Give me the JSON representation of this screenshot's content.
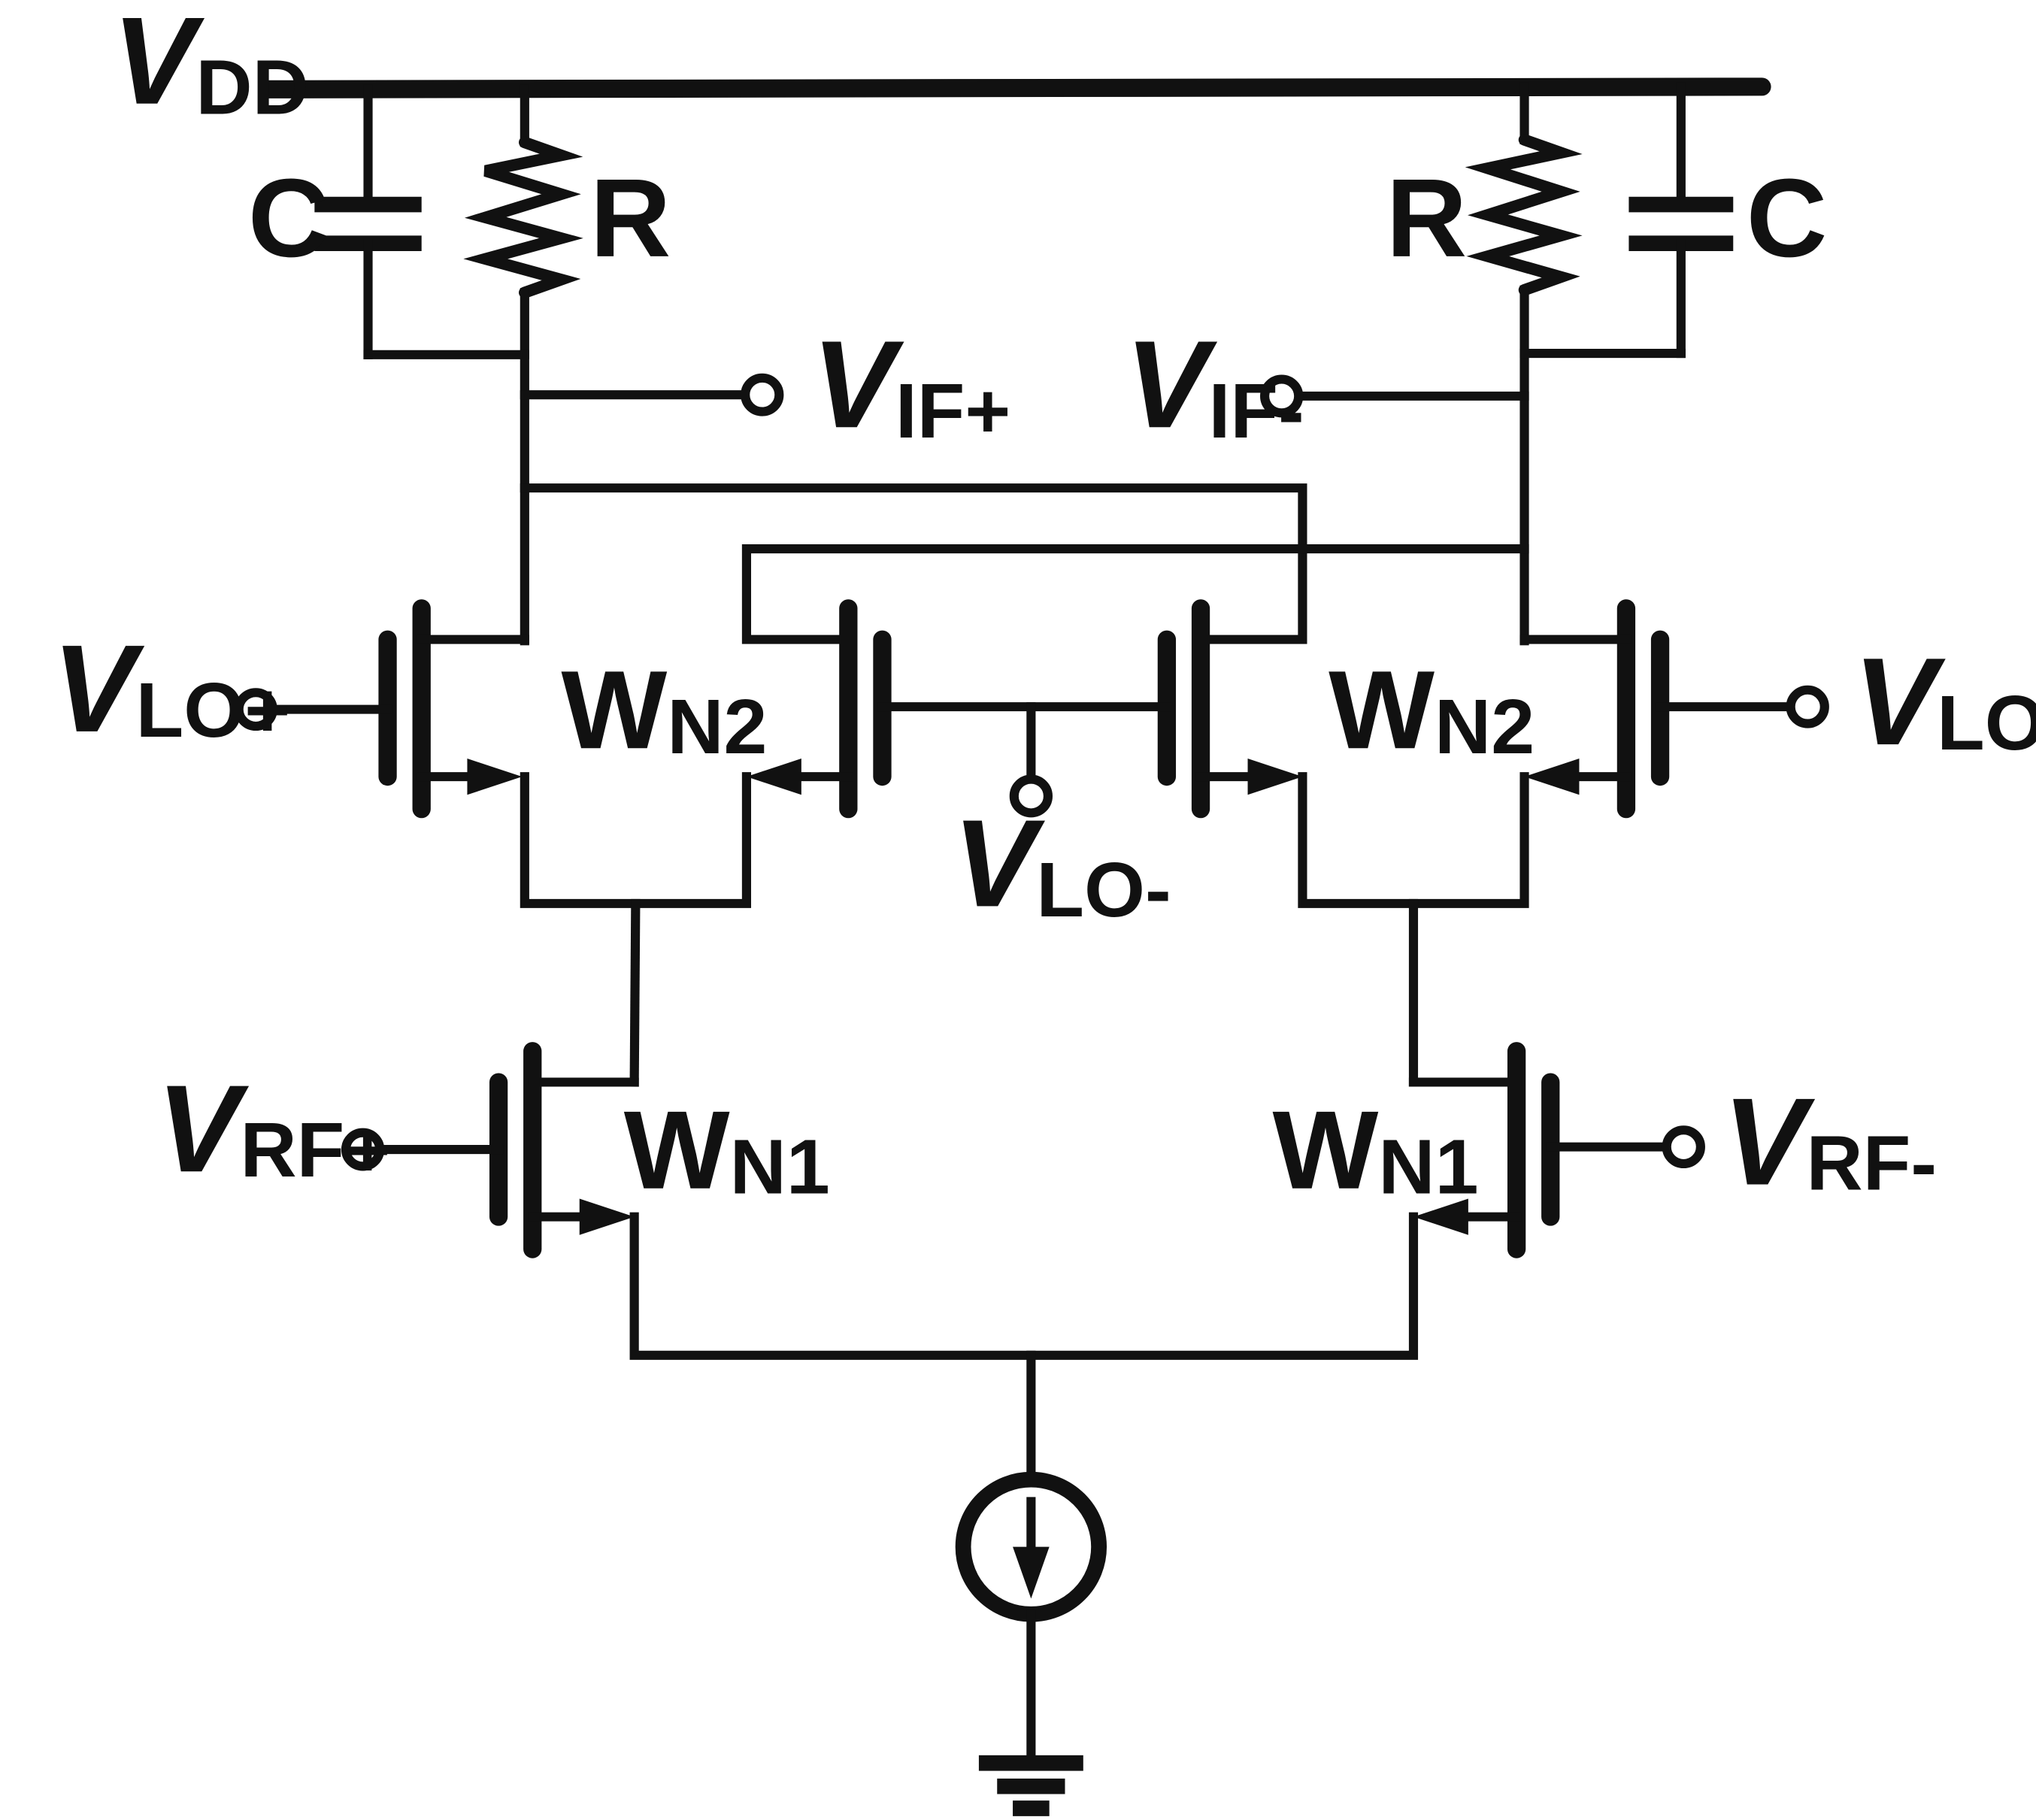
{
  "labels": {
    "vdd_main": "V",
    "vdd_sub": "DD",
    "cap_left": "C",
    "cap_right": "C",
    "res_left": "R",
    "res_right": "R",
    "vif_plus_main": "V",
    "vif_plus_sub": "IF+",
    "vif_minus_main": "V",
    "vif_minus_sub": "IF-",
    "vlo_plus_left_main": "V",
    "vlo_plus_left_sub": "LO+",
    "vlo_plus_right_main": "V",
    "vlo_plus_right_sub": "LO+",
    "vlo_minus_main": "V",
    "vlo_minus_sub": "LO-",
    "vrf_plus_main": "V",
    "vrf_plus_sub": "RF+",
    "vrf_minus_main": "V",
    "vrf_minus_sub": "RF-",
    "wn2_left_main": "W",
    "wn2_left_sub": "N2",
    "wn2_right_main": "W",
    "wn2_right_sub": "N2",
    "wn1_left_main": "W",
    "wn1_left_sub": "N1",
    "wn1_right_main": "W",
    "wn1_right_sub": "N1"
  }
}
